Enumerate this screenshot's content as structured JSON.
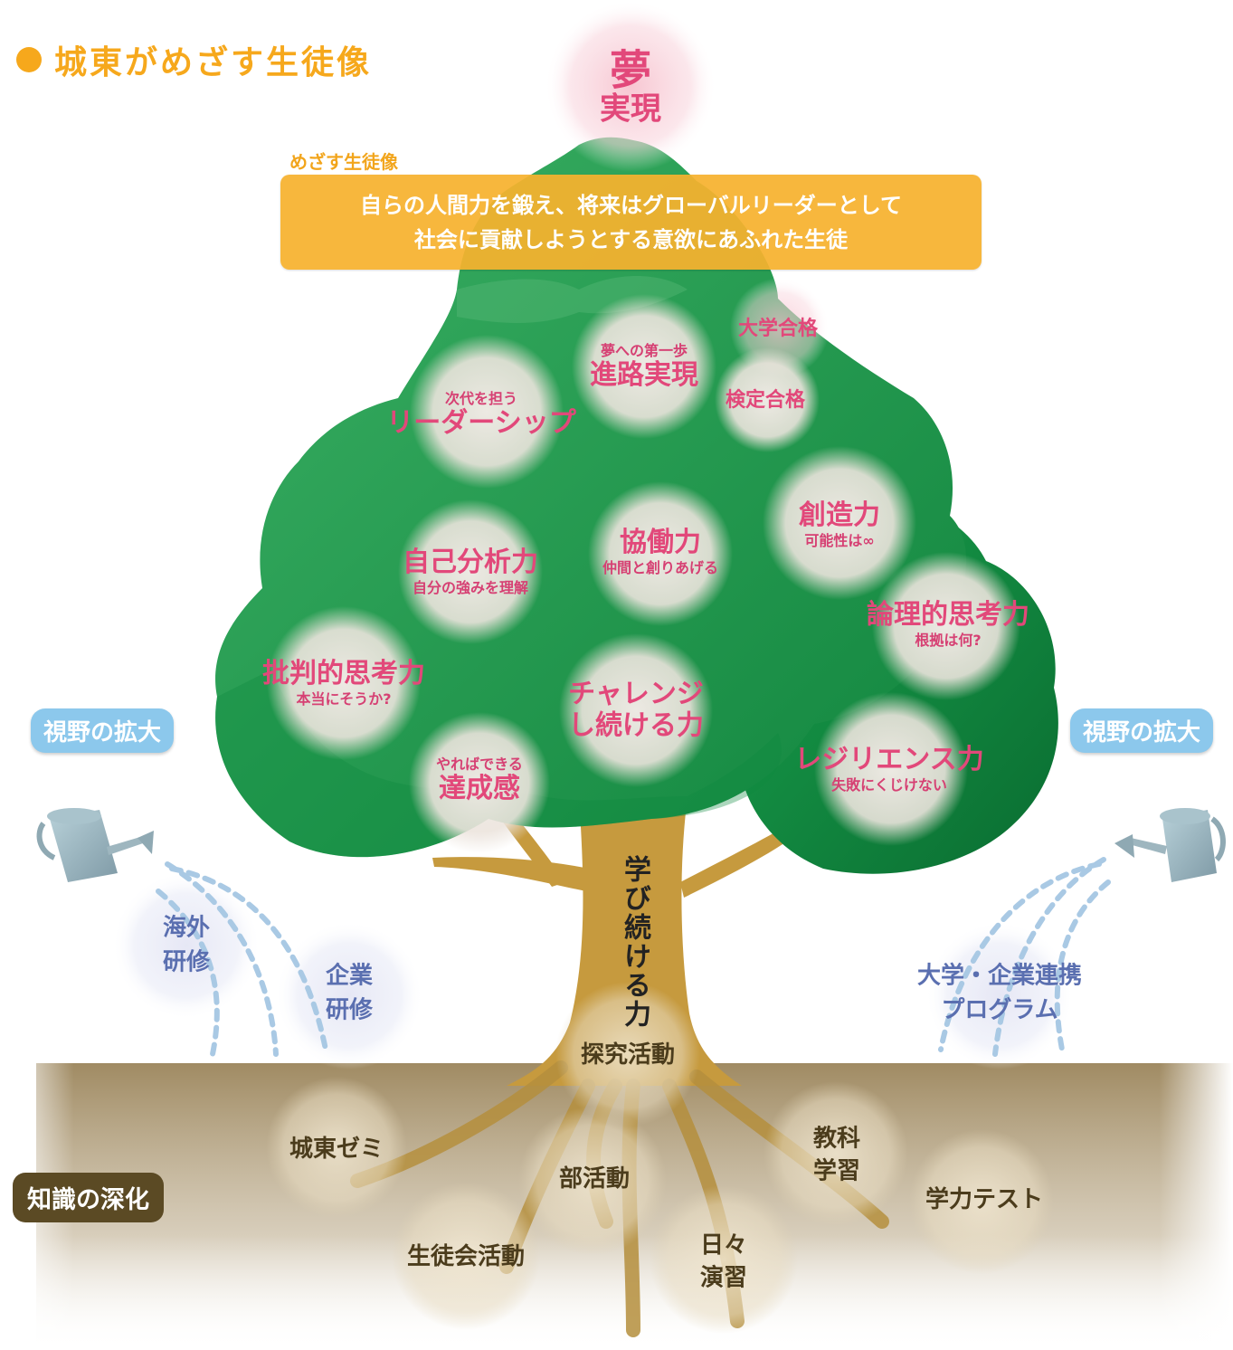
{
  "heading": "城東がめざす生徒像",
  "dream": {
    "main": "夢",
    "sub": "実現"
  },
  "goal": {
    "label": "めざす生徒像",
    "line1": "自らの人間力を鍛え、将来はグローバルリーダーとして",
    "line2": "社会に貢献しようとする意欲にあふれた生徒"
  },
  "canopy": {
    "university": "大学合格",
    "certification": "検定合格",
    "career": {
      "sub": "夢への第一歩",
      "main": "進路実現"
    },
    "leadership": {
      "sub": "次代を担う",
      "main": "リーダーシップ"
    },
    "creativity": {
      "main": "創造力",
      "sub": "可能性は∞"
    },
    "cooperation": {
      "main": "協働力",
      "sub": "仲間と創りあげる"
    },
    "self_analysis": {
      "main": "自己分析力",
      "sub": "自分の強みを理解"
    },
    "logical": {
      "main": "論理的思考力",
      "sub": "根拠は何?"
    },
    "critical": {
      "main": "批判的思考力",
      "sub": "本当にそうか?"
    },
    "challenge": {
      "line1": "チャレンジ",
      "line2": "し続ける力"
    },
    "achievement": {
      "sub": "やればできる",
      "main": "達成感"
    },
    "resilience": {
      "main": "レジリエンス力",
      "sub": "失敗にくじけない"
    }
  },
  "vision_left": "視野の拡大",
  "vision_right": "視野の拡大",
  "overseas": {
    "line1": "海外",
    "line2": "研修"
  },
  "corporate": {
    "line1": "企業",
    "line2": "研修"
  },
  "partnership": {
    "line1": "大学・企業連携",
    "line2": "プログラム"
  },
  "trunk_text": "学び続ける力",
  "knowledge": "知識の深化",
  "roots": {
    "inquiry": "探究活動",
    "seminar": "城東ゼミ",
    "club": "部活動",
    "subject": {
      "line1": "教科",
      "line2": "学習"
    },
    "test": "学力テスト",
    "council": "生徒会活動",
    "daily": {
      "line1": "日々",
      "line2": "演習"
    }
  },
  "colors": {
    "accent_orange": "#f6a81c",
    "goal_box": "#f6b22e",
    "canopy_green": "#1aa04a",
    "trunk": "#c69a3e",
    "pink_text": "#e2487a",
    "blue_text": "#5a6fb0",
    "pill_blue": "#8cc8ec",
    "ground": "#8a7140"
  }
}
